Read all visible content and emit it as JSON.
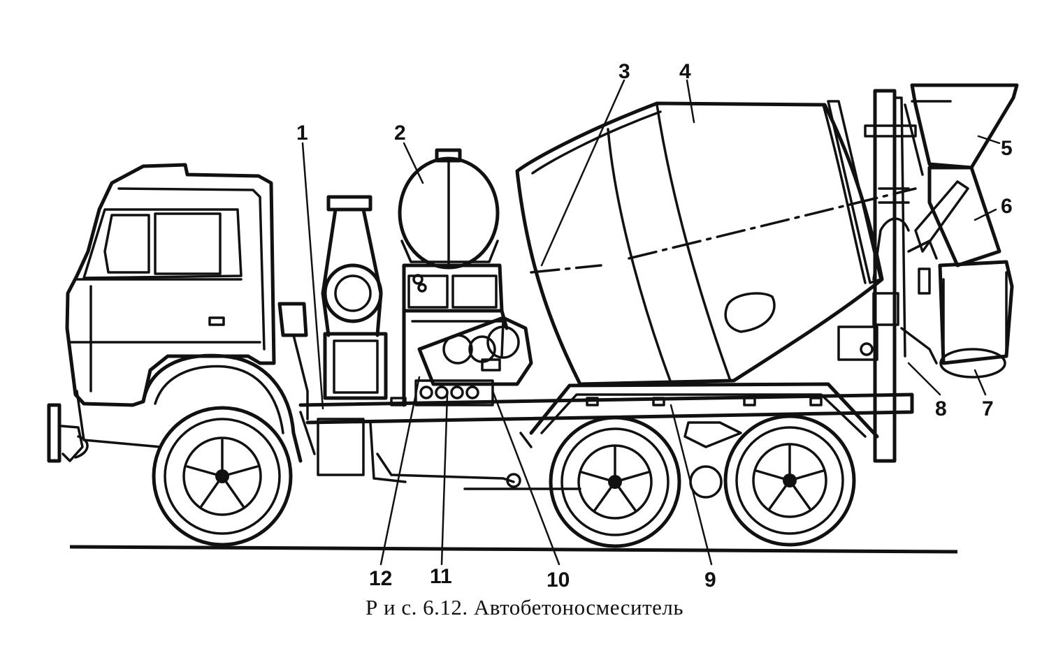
{
  "figure": {
    "caption": "Р и с. 6.12. Автобетоносмеситель",
    "callouts": [
      {
        "id": "1",
        "label": "1"
      },
      {
        "id": "2",
        "label": "2"
      },
      {
        "id": "3",
        "label": "3"
      },
      {
        "id": "4",
        "label": "4"
      },
      {
        "id": "5",
        "label": "5"
      },
      {
        "id": "6",
        "label": "6"
      },
      {
        "id": "7",
        "label": "7"
      },
      {
        "id": "8",
        "label": "8"
      },
      {
        "id": "9",
        "label": "9"
      },
      {
        "id": "10",
        "label": "10"
      },
      {
        "id": "11",
        "label": "11"
      },
      {
        "id": "12",
        "label": "12"
      }
    ]
  }
}
